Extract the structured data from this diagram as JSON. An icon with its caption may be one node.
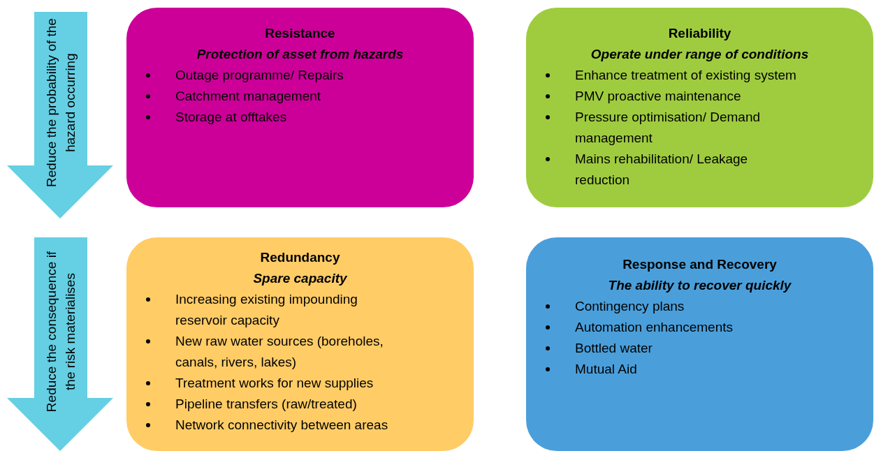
{
  "diagram": {
    "nodes": [
      {
        "text": [
          "Reduce the probability of the hazard occurring"
        ]
      },
      {
        "text": [
          "Resistance",
          "Protection of asset from hazards",
          "Outage programme/ Repairs",
          "Catchment management",
          "Storage at offtakes"
        ]
      },
      {
        "text": [
          "Reliability",
          "Operate under range of conditions",
          "Enhance treatment of existing system",
          "PMV proactive maintenance",
          "Pressure optimisation/ Demand management",
          "Mains rehabilitation/ Leakage reduction"
        ]
      },
      {
        "text": [
          "Reduce the consequence if the risk materialises"
        ]
      },
      {
        "text": [
          "Redundancy",
          "Spare capacity",
          "Increasing existing impounding reservoir capacity",
          "New raw water sources (boreholes, canals, rivers, lakes)",
          "Treatment works for new supplies",
          "Pipeline transfers (raw/treated)",
          "Network connectivity between areas"
        ]
      },
      {
        "text": [
          "Response and Recovery",
          "The ability to recover quickly",
          "Contingency plans",
          "Automation enhancements",
          "Bottled water",
          "Mutual Aid"
        ]
      }
    ]
  }
}
